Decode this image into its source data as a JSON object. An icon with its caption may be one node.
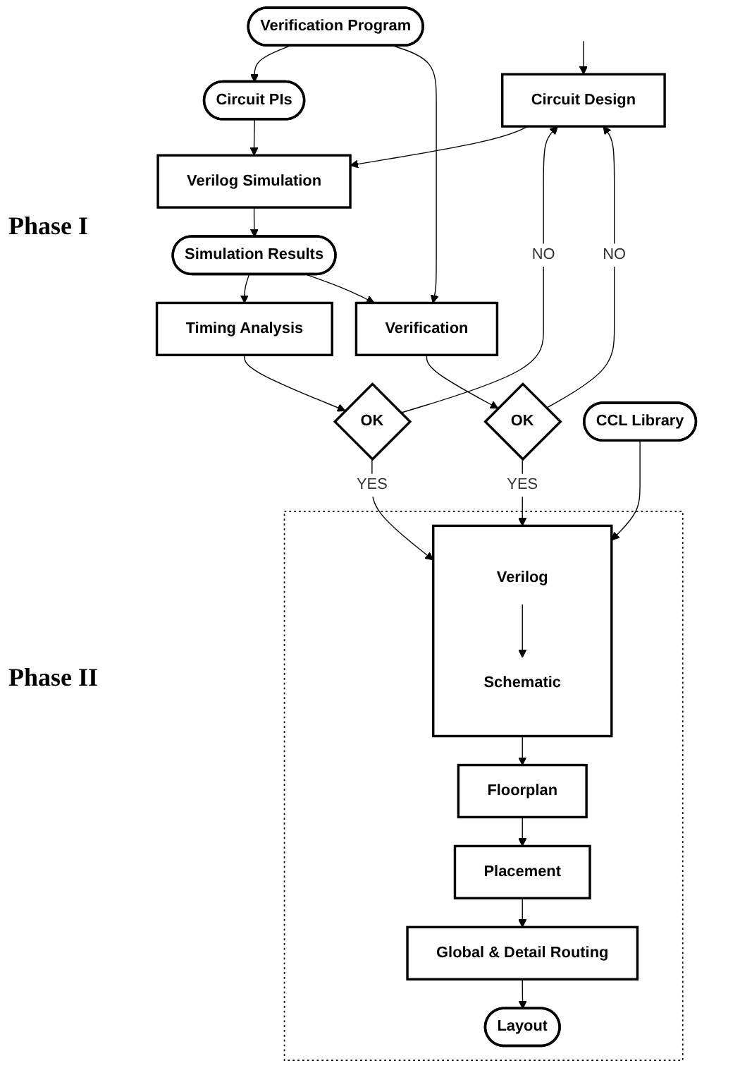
{
  "diagram": {
    "nodes": [
      {
        "text": [
          "Circuit Design"
        ]
      },
      {
        "text": [
          "Verification Program"
        ]
      },
      {
        "text": [
          "Verilog Simulation"
        ]
      },
      {
        "text": [
          "Circuit PIs"
        ]
      },
      {
        "text": [
          "Simulation Results"
        ]
      },
      {
        "text": [
          "Timing Analysis"
        ]
      },
      {
        "text": [
          "Verification"
        ]
      },
      {
        "text": [
          "OK"
        ]
      },
      {
        "text": [
          "OK"
        ]
      },
      {
        "text": [],
        "shape": "box"
      },
      {
        "text": [],
        "shape": "box",
        "in": 9
      },
      {
        "text": [
          "Verilog"
        ],
        "in": 10
      },
      {
        "text": [
          "Schematic"
        ],
        "in": 10
      },
      {
        "text": [
          "CCL Library"
        ]
      },
      {
        "text": [
          "Floorplan"
        ],
        "in": 9
      },
      {
        "text": [
          "Placement"
        ],
        "in": 9
      },
      {
        "text": [
          "Global & Detail Routing"
        ],
        "in": 9
      },
      {
        "text": [
          "Layout"
        ],
        "in": 9
      }
    ],
    "edges": [
      {
        "from": null,
        "to": 0,
        "arrow": "to"
      },
      {
        "from": 0,
        "to": 2,
        "arrow": "to"
      },
      {
        "from": 1,
        "to": 3,
        "arrow": "to"
      },
      {
        "from": 3,
        "to": 2,
        "arrow": "to"
      },
      {
        "from": 2,
        "to": 4,
        "arrow": "to"
      },
      {
        "from": 4,
        "to": 5,
        "arrow": "to"
      },
      {
        "from": 4,
        "to": 6,
        "arrow": "to"
      },
      {
        "from": 1,
        "to": 6,
        "arrow": "to"
      },
      {
        "from": 5,
        "to": 7,
        "arrow": "to"
      },
      {
        "from": 6,
        "to": 8,
        "arrow": "to"
      },
      {
        "from": 7,
        "to": 0,
        "label": "NO",
        "arrow": "to"
      },
      {
        "from": 8,
        "to": 0,
        "label": "NO",
        "arrow": "to"
      },
      {
        "from": 7,
        "to": 10,
        "label": "YES",
        "arrow": "to"
      },
      {
        "from": 8,
        "to": 10,
        "label": "YES",
        "arrow": "to"
      },
      {
        "from": 11,
        "to": 12,
        "arrow": "to"
      },
      {
        "from": 13,
        "to": 10,
        "arrow": "to"
      },
      {
        "from": 10,
        "to": 14,
        "arrow": "to"
      },
      {
        "from": 14,
        "to": 15,
        "arrow": "to"
      },
      {
        "from": 15,
        "to": 16,
        "arrow": "to"
      },
      {
        "from": 16,
        "to": 17,
        "arrow": "to"
      }
    ],
    "labels": [
      "Phase I",
      "Phase II"
    ]
  }
}
